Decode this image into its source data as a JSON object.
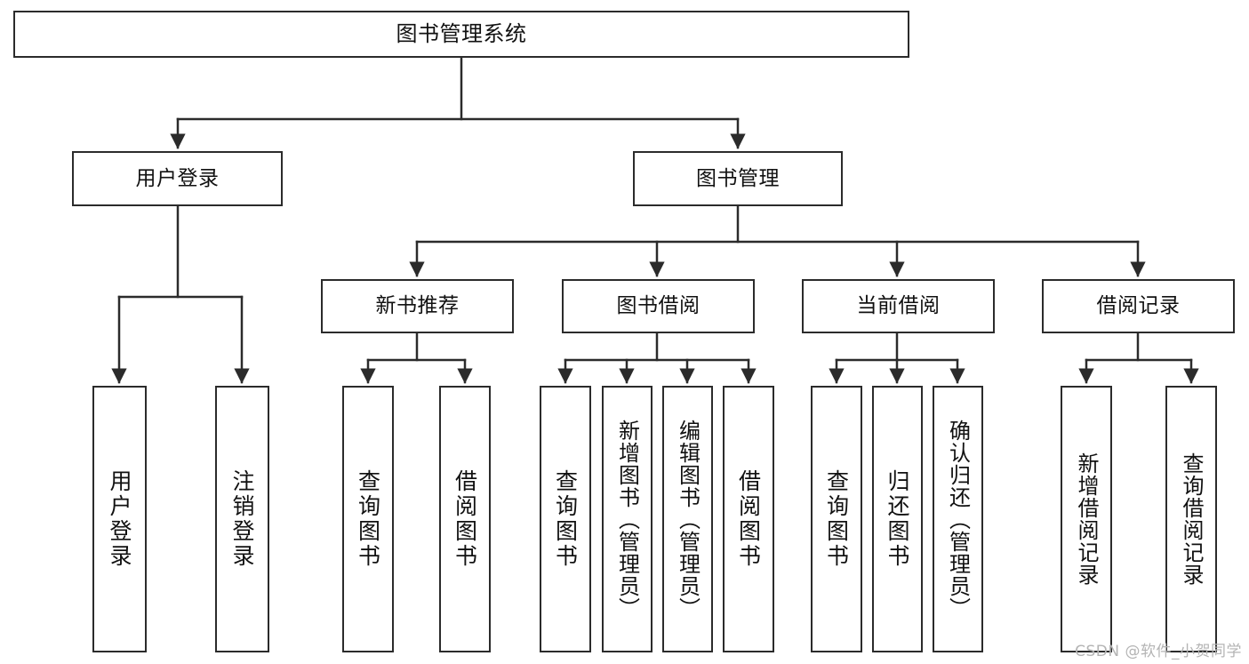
{
  "diagram": {
    "title": "图书管理系统",
    "type": "tree",
    "watermark": "CSDN @软件_小贺同学",
    "colors": {
      "stroke": "#2b2b2b",
      "fill": "#ffffff",
      "text": "#111111",
      "watermark": "#b4b4b4"
    },
    "nodes": {
      "root": {
        "label": "图书管理系统",
        "level": 1
      },
      "user_login": {
        "label": "用户登录",
        "level": 2
      },
      "book_mgmt": {
        "label": "图书管理",
        "level": 2
      },
      "new_book_rec": {
        "label": "新书推荐",
        "level": 3
      },
      "book_borrow": {
        "label": "图书借阅",
        "level": 3
      },
      "current_borrow": {
        "label": "当前借阅",
        "level": 3
      },
      "borrow_record": {
        "label": "借阅记录",
        "level": 3
      },
      "leaf_user_login": {
        "label": "用户登录",
        "level": 4
      },
      "leaf_logout": {
        "label": "注销登录",
        "level": 4
      },
      "leaf_query_book_1": {
        "label": "查询图书",
        "level": 4
      },
      "leaf_borrow_book_1": {
        "label": "借阅图书",
        "level": 4
      },
      "leaf_query_book_2": {
        "label": "查询图书",
        "level": 4
      },
      "leaf_add_book": {
        "label": "新增图书（管理员）",
        "level": 4
      },
      "leaf_edit_book": {
        "label": "编辑图书（管理员）",
        "level": 4
      },
      "leaf_borrow_book_2": {
        "label": "借阅图书",
        "level": 4
      },
      "leaf_query_book_3": {
        "label": "查询图书",
        "level": 4
      },
      "leaf_return_book": {
        "label": "归还图书",
        "level": 4
      },
      "leaf_confirm_return": {
        "label": "确认归还（管理员）",
        "level": 4
      },
      "leaf_add_record": {
        "label": "新增借阅记录",
        "level": 4
      },
      "leaf_query_record": {
        "label": "查询借阅记录",
        "level": 4
      }
    },
    "edges": [
      {
        "from": "root",
        "to": "user_login"
      },
      {
        "from": "root",
        "to": "book_mgmt"
      },
      {
        "from": "user_login",
        "to": "leaf_user_login"
      },
      {
        "from": "user_login",
        "to": "leaf_logout"
      },
      {
        "from": "book_mgmt",
        "to": "new_book_rec"
      },
      {
        "from": "book_mgmt",
        "to": "book_borrow"
      },
      {
        "from": "book_mgmt",
        "to": "current_borrow"
      },
      {
        "from": "book_mgmt",
        "to": "borrow_record"
      },
      {
        "from": "new_book_rec",
        "to": "leaf_query_book_1"
      },
      {
        "from": "new_book_rec",
        "to": "leaf_borrow_book_1"
      },
      {
        "from": "book_borrow",
        "to": "leaf_query_book_2"
      },
      {
        "from": "book_borrow",
        "to": "leaf_add_book"
      },
      {
        "from": "book_borrow",
        "to": "leaf_edit_book"
      },
      {
        "from": "book_borrow",
        "to": "leaf_borrow_book_2"
      },
      {
        "from": "current_borrow",
        "to": "leaf_query_book_3"
      },
      {
        "from": "current_borrow",
        "to": "leaf_return_book"
      },
      {
        "from": "current_borrow",
        "to": "leaf_confirm_return"
      },
      {
        "from": "borrow_record",
        "to": "leaf_add_record"
      },
      {
        "from": "borrow_record",
        "to": "leaf_query_record"
      }
    ]
  }
}
